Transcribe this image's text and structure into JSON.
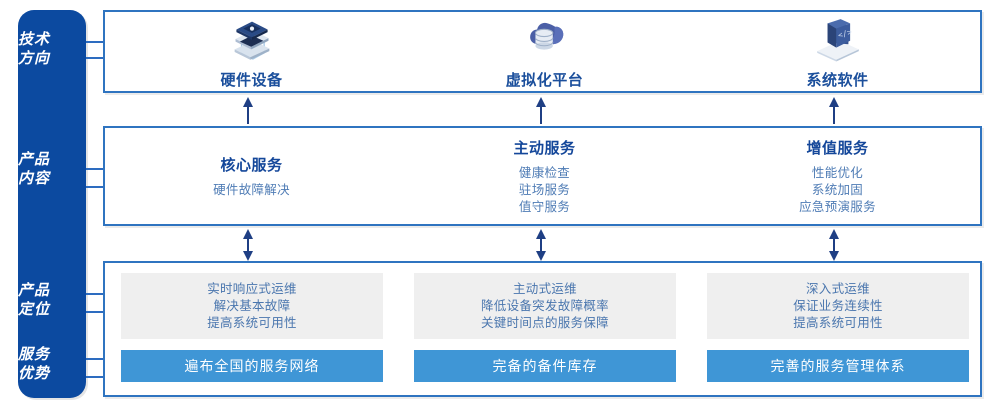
{
  "rail": {
    "color": "#0c4aa0",
    "labels": [
      {
        "name": "tech-direction",
        "line1": "技术",
        "line2": "方向"
      },
      {
        "name": "product-content",
        "line1": "产品",
        "line2": "内容"
      },
      {
        "name": "product-position",
        "line1": "产品",
        "line2": "定位"
      },
      {
        "name": "service-advantage",
        "line1": "服务",
        "line2": "优势"
      }
    ]
  },
  "tech_section": {
    "columns": [
      {
        "icon": "server-stack-icon",
        "label": "硬件设备"
      },
      {
        "icon": "cloud-database-icon",
        "label": "虚拟化平台"
      },
      {
        "icon": "laptop-code-icon",
        "label": "系统软件"
      }
    ]
  },
  "content_section": {
    "columns": [
      {
        "title": "核心服务",
        "items": [
          "硬件故障解决"
        ]
      },
      {
        "title": "主动服务",
        "items": [
          "健康检查",
          "驻场服务",
          "值守服务"
        ]
      },
      {
        "title": "增值服务",
        "items": [
          "性能优化",
          "系统加固",
          "应急预演服务"
        ]
      }
    ]
  },
  "position_section": {
    "cards": [
      {
        "lines": [
          "实时响应式运维",
          "解决基本故障",
          "提高系统可用性"
        ]
      },
      {
        "lines": [
          "主动式运维",
          "降低设备突发故障概率",
          "关键时间点的服务保障"
        ]
      },
      {
        "lines": [
          "深入式运维",
          "保证业务连续性",
          "提高系统可用性"
        ]
      }
    ]
  },
  "advantage_section": {
    "bars": [
      {
        "label": "遍布全国的服务网络"
      },
      {
        "label": "完备的备件库存"
      },
      {
        "label": "完善的服务管理体系"
      }
    ]
  },
  "colors": {
    "rail_blue": "#0c4aa0",
    "border_blue": "#2f74c0",
    "title_blue": "#14479a",
    "body_blue": "#4f7cb5",
    "bar_blue": "#3f96d6",
    "card_gray": "#efefef",
    "arrow_navy": "#1f3f84"
  }
}
